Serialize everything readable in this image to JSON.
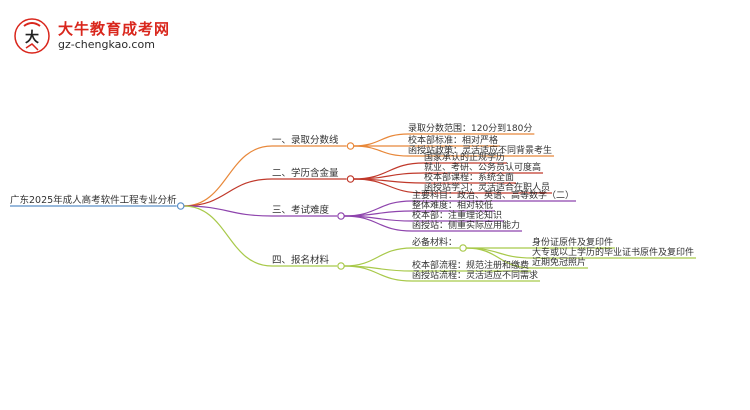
{
  "logo": {
    "title": "大牛教育成考网",
    "url": "gz-chengkao.com",
    "mark_icon": "running-bull-logo-icon"
  },
  "mindmap": {
    "root": "广东2025年成人高考软件工程专业分析",
    "branches": [
      {
        "label": "一、录取分数线",
        "color": "#e8883a",
        "children": [
          {
            "label": "录取分数范围：120分到180分"
          },
          {
            "label": "校本部标准：相对严格"
          },
          {
            "label": "函授站政策：灵活适应不同背景考生"
          }
        ]
      },
      {
        "label": "二、学历含金量",
        "color": "#c0392b",
        "children": [
          {
            "label": "国家承认的正规学历"
          },
          {
            "label": "就业、考研、公务员认可度高"
          },
          {
            "label": "校本部课程：系统全面"
          },
          {
            "label": "函授站学习：灵活适合在职人员"
          }
        ]
      },
      {
        "label": "三、考试难度",
        "color": "#8e44ad",
        "children": [
          {
            "label": "主要科目：政治、英语、高等数学（二）"
          },
          {
            "label": "整体难度：相对较低"
          },
          {
            "label": "校本部：注重理论知识"
          },
          {
            "label": "函授站：侧重实际应用能力"
          }
        ]
      },
      {
        "label": "四、报名材料",
        "color": "#a8c94a",
        "children": [
          {
            "label": "必备材料：",
            "children": [
              {
                "label": "身份证原件及复印件"
              },
              {
                "label": "大专或以上学历的毕业证书原件及复印件"
              },
              {
                "label": "近期免冠照片"
              }
            ]
          },
          {
            "label": "校本部流程：规范注册和缴费"
          },
          {
            "label": "函授站流程：灵活适应不同需求"
          }
        ]
      }
    ]
  }
}
